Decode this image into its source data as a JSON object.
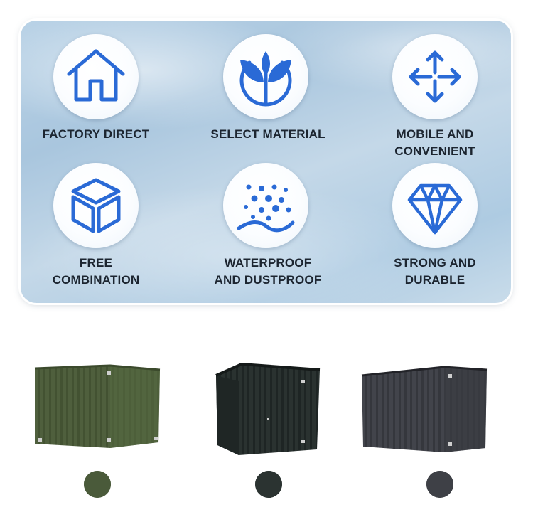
{
  "features": [
    {
      "label": "FACTORY DIRECT",
      "icon": "house-icon"
    },
    {
      "label": "SELECT MATERIAL",
      "icon": "sprout-icon"
    },
    {
      "label": "MOBILE AND\nCONVENIENT",
      "icon": "move-arrows-icon"
    },
    {
      "label": "FREE\nCOMBINATION",
      "icon": "cube-icon"
    },
    {
      "label": "WATERPROOF\nAND DUSTPROOF",
      "icon": "dust-wave-icon"
    },
    {
      "label": "STRONG AND\nDURABLE",
      "icon": "diamond-icon"
    }
  ],
  "products": [
    {
      "color_name": "green",
      "color": "#4a5a3a"
    },
    {
      "color_name": "black",
      "color": "#2b3331"
    },
    {
      "color_name": "dark gray",
      "color": "#3e4046"
    }
  ],
  "colors": {
    "icon_blue": "#2a6ad6",
    "text": "#1c2530"
  }
}
